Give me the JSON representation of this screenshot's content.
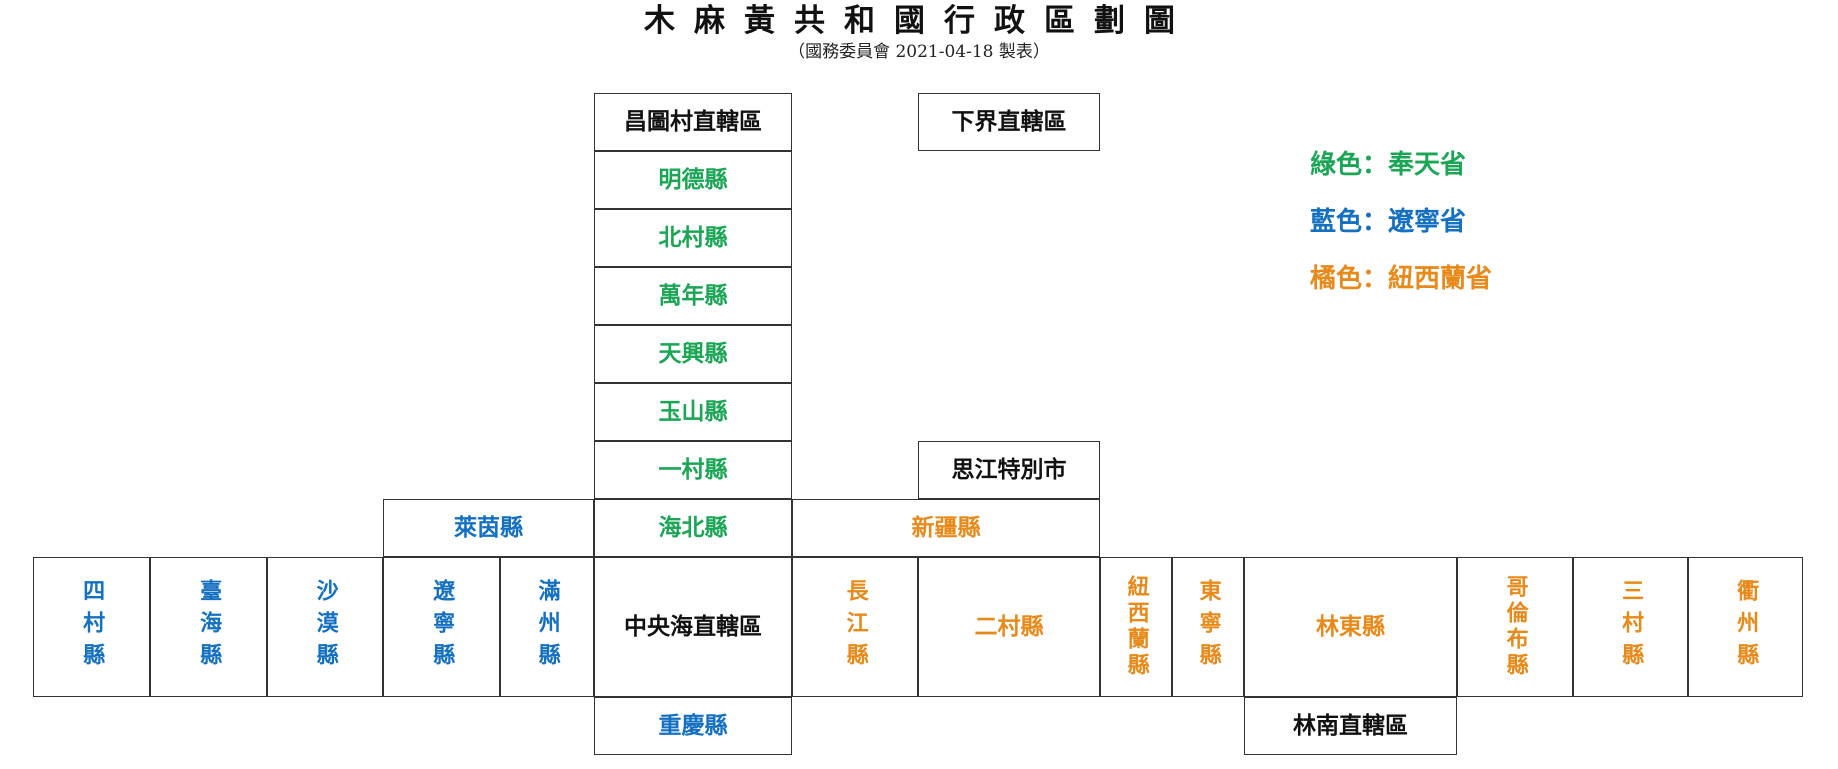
{
  "title": "木麻黃共和國行政區劃圖",
  "subtitle": "（國務委員會 2021-04-18 製表）",
  "colors": {
    "black": "#111111",
    "green": "#1aa655",
    "blue": "#1470c0",
    "orange": "#e88a1a",
    "border": "#333333"
  },
  "legend": [
    {
      "text": "綠色：奉天省",
      "color": "green"
    },
    {
      "text": "藍色：遼寧省",
      "color": "blue"
    },
    {
      "text": "橘色：紐西蘭省",
      "color": "orange"
    }
  ],
  "regions": [
    {
      "id": "changtu",
      "label": "昌圖村直轄區",
      "color": "black"
    },
    {
      "id": "xiajie",
      "label": "下界直轄區",
      "color": "black"
    },
    {
      "id": "mingde",
      "label": "明德縣",
      "color": "green"
    },
    {
      "id": "beicun",
      "label": "北村縣",
      "color": "green"
    },
    {
      "id": "wannian",
      "label": "萬年縣",
      "color": "green"
    },
    {
      "id": "tianxing",
      "label": "天興縣",
      "color": "green"
    },
    {
      "id": "yushan",
      "label": "玉山縣",
      "color": "green"
    },
    {
      "id": "yicun",
      "label": "一村縣",
      "color": "green"
    },
    {
      "id": "sijiang",
      "label": "思江特別市",
      "color": "black"
    },
    {
      "id": "laiyin",
      "label": "萊茵縣",
      "color": "blue"
    },
    {
      "id": "haibei",
      "label": "海北縣",
      "color": "green"
    },
    {
      "id": "xinjiang",
      "label": "新疆縣",
      "color": "orange"
    },
    {
      "id": "sicun",
      "label": "四村縣",
      "color": "blue"
    },
    {
      "id": "taihai",
      "label": "臺海縣",
      "color": "blue"
    },
    {
      "id": "shamo",
      "label": "沙漠縣",
      "color": "blue"
    },
    {
      "id": "liaoning",
      "label": "遼寧縣",
      "color": "blue"
    },
    {
      "id": "manzhou",
      "label": "滿州縣",
      "color": "blue"
    },
    {
      "id": "zhongyanghai",
      "label": "中央海直轄區",
      "color": "black"
    },
    {
      "id": "changjiang",
      "label": "長江縣",
      "color": "orange"
    },
    {
      "id": "ercun",
      "label": "二村縣",
      "color": "orange"
    },
    {
      "id": "niuxilan",
      "label": "紐西蘭縣",
      "color": "orange"
    },
    {
      "id": "dongning",
      "label": "東寧縣",
      "color": "orange"
    },
    {
      "id": "lindong",
      "label": "林東縣",
      "color": "orange"
    },
    {
      "id": "gelunbu",
      "label": "哥倫布縣",
      "color": "orange"
    },
    {
      "id": "sancun",
      "label": "三村縣",
      "color": "orange"
    },
    {
      "id": "quzhou",
      "label": "衢州縣",
      "color": "orange"
    },
    {
      "id": "chongqing",
      "label": "重慶縣",
      "color": "blue"
    },
    {
      "id": "linnan",
      "label": "林南直轄區",
      "color": "black"
    }
  ]
}
